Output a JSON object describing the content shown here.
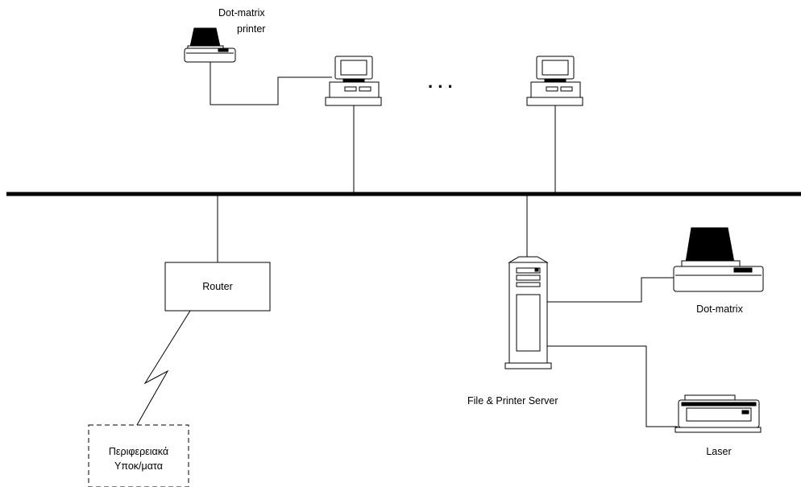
{
  "labels": {
    "top_printer_line1": "Dot-matrix",
    "top_printer_line2": "printer",
    "ellipsis": ". . .",
    "router": "Router",
    "server": "File & Printer Server",
    "right_printer": "Dot-matrix",
    "laser": "Laser",
    "remote_line1": "Περιφερειακά",
    "remote_line2": "Υποκ/ματα"
  }
}
